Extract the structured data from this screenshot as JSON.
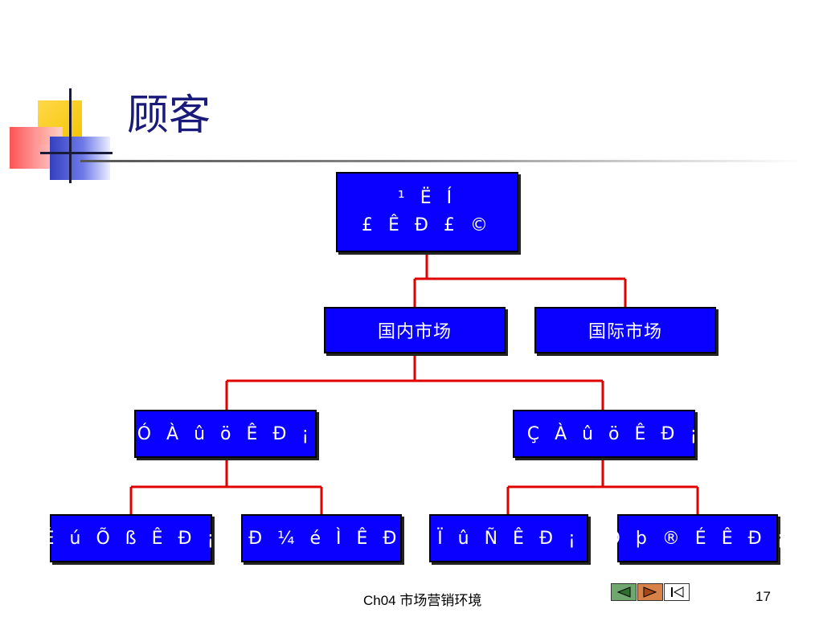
{
  "title": "顾客",
  "diagram": {
    "root": {
      "line1": "¹ Ë Í",
      "line2": "£ Ê Ð £ ©"
    },
    "level1": [
      {
        "label": "国内市场"
      },
      {
        "label": "国际市场"
      }
    ],
    "level2": [
      {
        "label": "Ó À û ö Ê Ð ¡"
      },
      {
        "label": "· Ç À û ö Ê Ð ¡"
      }
    ],
    "level3": [
      {
        "label": "É ú Õ ß Ê Ð ¡"
      },
      {
        "label": "Ö Ð ¼ é Ì Ê Ð ¡"
      },
      {
        "label": "Ï û Ñ Ê Ð ¡"
      },
      {
        "label": "Õ þ ® É Ê Ð ¡"
      }
    ]
  },
  "footer": {
    "text": "Ch04 市场营销环境",
    "page_number": "17"
  },
  "colors": {
    "node_fill": "#0a00ff",
    "connector": "#e00000",
    "title": "#1a1a7a"
  },
  "icons": [
    "prev-slide-icon",
    "next-slide-icon",
    "first-slide-icon"
  ]
}
